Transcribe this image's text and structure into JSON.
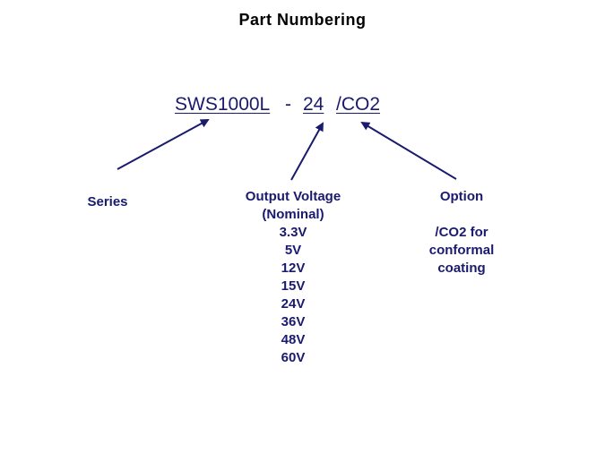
{
  "title": "Part Numbering",
  "part_number": {
    "series_code": "SWS1000L",
    "dash": "-",
    "voltage_code": "24",
    "option_code": "/CO2"
  },
  "labels": {
    "series": "Series",
    "output_voltage_line1": "Output Voltage",
    "output_voltage_line2": "(Nominal)",
    "option": "Option",
    "option_desc_line1": "/CO2 for",
    "option_desc_line2": "conformal",
    "option_desc_line3": "coating"
  },
  "voltages": [
    "3.3V",
    "5V",
    "12V",
    "15V",
    "24V",
    "36V",
    "48V",
    "60V"
  ],
  "colors": {
    "text": "#1a1a6e",
    "arrow": "#1a1a6e",
    "title": "#000000"
  }
}
